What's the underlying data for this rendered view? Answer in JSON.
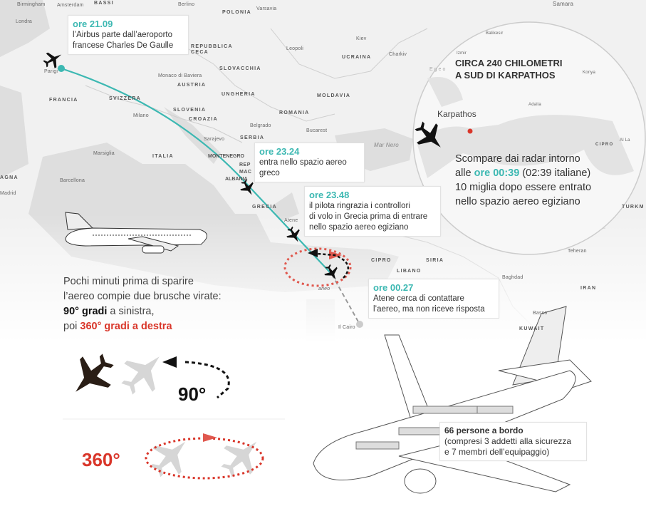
{
  "map_labels": {
    "cities": [
      "Birmingham",
      "Amsterdam",
      "Berlino",
      "Varsavia",
      "Londra",
      "Parigi",
      "Leopoli",
      "Kiev",
      "Charkiv",
      "Samara",
      "Balikesir",
      "Izmir",
      "Egeo",
      "Konya",
      "Adalia",
      "Al La",
      "Monaco di Baviera",
      "Milano",
      "Belgrado",
      "Bucarest",
      "Sarajevo",
      "Mar Nero",
      "Marsiglia",
      "Barcellona",
      "Madrid",
      "Atene",
      "Baghdad",
      "Teheran",
      "Basso",
      "Il Cairo",
      "aneo",
      "Karpathos"
    ],
    "countries": [
      "BASSI",
      "POLONIA",
      "REPUBBLICA CECA",
      "UCRAINA",
      "SLOVACCHIA",
      "AUSTRIA",
      "UNGHERIA",
      "MOLDAVIA",
      "FRANCIA",
      "SVIZZERA",
      "SLOVENIA",
      "ROMANIA",
      "CROAZIA",
      "SERBIA",
      "ITALIA",
      "MONTENEGRO",
      "REP",
      "MAC",
      "ALBANIA",
      "AGNA",
      "GRECIA",
      "CIPRO",
      "SIRIA",
      "LIBANO",
      "IRAN",
      "TURKM",
      "KUWAIT",
      "CIPRO"
    ]
  },
  "events": [
    {
      "time": "ore 21.09",
      "lines": [
        "l’Airbus parte dall’aeroporto",
        "francese Charles De Gaulle"
      ]
    },
    {
      "time": "ore 23.24",
      "lines": [
        "entra nello spazio aereo",
        "greco"
      ]
    },
    {
      "time": "ore 23.48",
      "lines": [
        "il pilota ringrazia i controllori",
        "di volo in Grecia prima di entrare",
        "nello spazio aereo egiziano"
      ]
    },
    {
      "time": "ore 00.27",
      "lines": [
        "Atene cerca di contattare",
        "l’aereo, ma non riceve risposta"
      ]
    }
  ],
  "inset": {
    "title_1": "CIRCA 240 CHILOMETRI",
    "title_2": "A SUD DI KARPATHOS",
    "text_1": "Scompare dai radar intorno",
    "text_2a": "alle ",
    "text_2b": "ore 00:39",
    "text_2c": " (02:39 italiane)",
    "text_3": "10 miglia dopo essere entrato",
    "text_4": "nello spazio aereo egiziano"
  },
  "turns": {
    "line_1": "Pochi minuti prima di sparire",
    "line_2": "l’aereo compie due brusche virate:",
    "line_3a": "90° gradi",
    "line_3b": " a sinistra,",
    "line_4a": "poi ",
    "line_4b": "360° gradi a destra",
    "label_90": "90°",
    "label_360": "360°"
  },
  "passengers": {
    "title": "66 persone a bordo",
    "line_1": "(compresi 3 addetti alla sicurezza",
    "line_2": "e 7 membri dell’equipaggio)"
  },
  "colors": {
    "route": "#3cb8b2",
    "accent_red": "#d9362a",
    "land": "#f3f3f3",
    "sea": "#dcdcdc"
  }
}
